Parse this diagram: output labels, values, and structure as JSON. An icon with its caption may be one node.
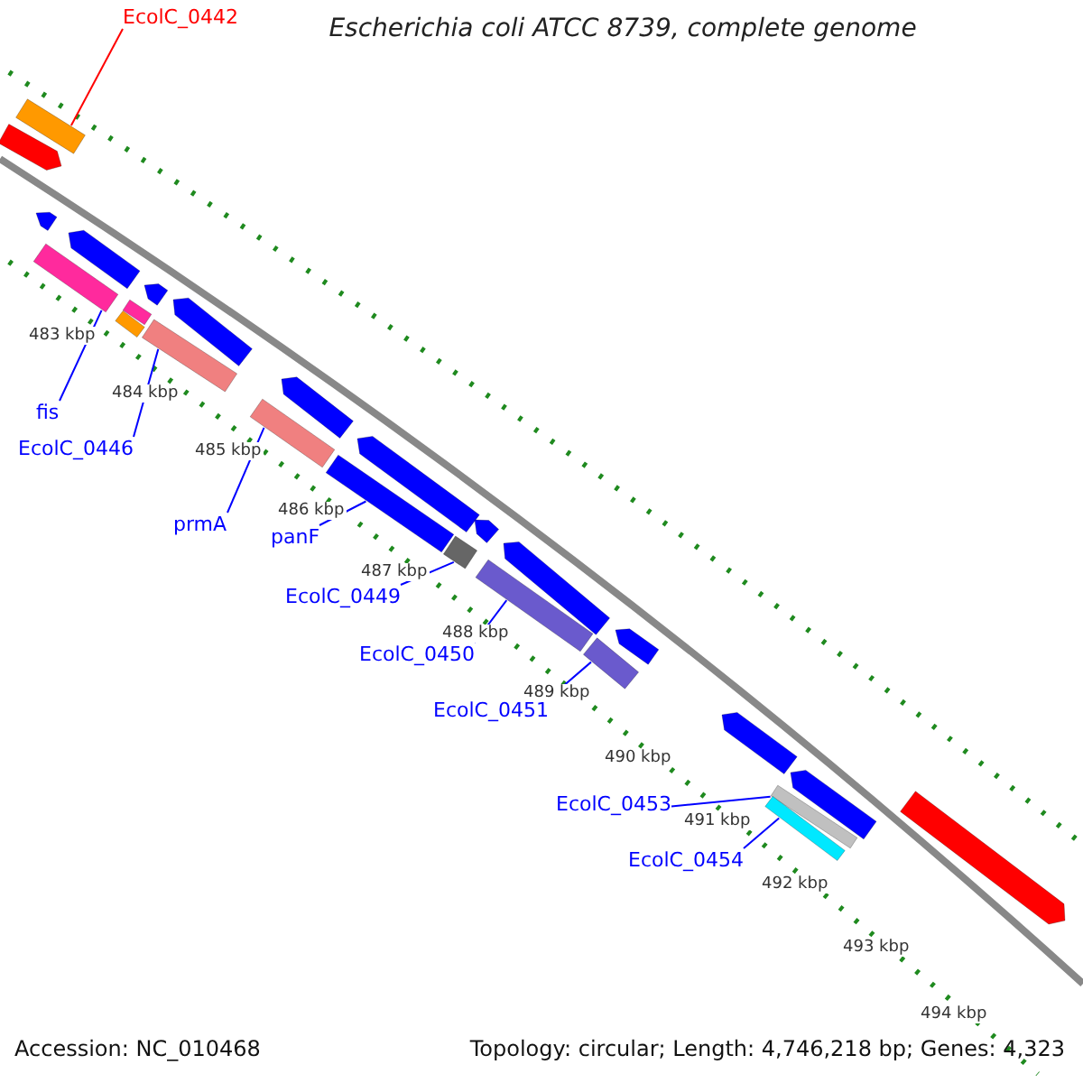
{
  "diagram": {
    "title": "Escherichia coli ATCC 8739, complete genome",
    "nodes": [
      {
        "text": [
          "EcolC_0442"
        ]
      },
      {
        "text": [
          "fis"
        ]
      },
      {
        "text": [
          "EcolC_0446"
        ]
      },
      {
        "text": [
          "prmA"
        ]
      },
      {
        "text": [
          "panF"
        ]
      },
      {
        "text": [
          "EcolC_0449"
        ]
      },
      {
        "text": [
          "EcolC_0450"
        ]
      },
      {
        "text": [
          "EcolC_0451"
        ]
      },
      {
        "text": [
          "EcolC_0453"
        ]
      },
      {
        "text": [
          "EcolC_0454"
        ]
      },
      {
        "text": [],
        "shape": "bar"
      },
      {
        "text": [],
        "shape": "bar"
      },
      {
        "text": [],
        "shape": "bar"
      },
      {
        "text": [],
        "shape": "bar"
      },
      {
        "text": [],
        "shape": "bar"
      },
      {
        "text": [],
        "shape": "bar"
      },
      {
        "text": [],
        "shape": "bar"
      },
      {
        "text": [],
        "shape": "bar"
      },
      {
        "text": [],
        "shape": "bar"
      },
      {
        "text": [],
        "shape": "bar"
      },
      {
        "text": [],
        "shape": "bar"
      },
      {
        "text": [],
        "shape": "bar"
      },
      {
        "text": [],
        "shape": "bar"
      },
      {
        "text": [],
        "shape": "bar"
      },
      {
        "text": [],
        "shape": "bar"
      },
      {
        "text": [],
        "shape": "bar"
      },
      {
        "text": [],
        "shape": "bar"
      },
      {
        "text": [],
        "shape": "bar"
      },
      {
        "text": [],
        "shape": "bar"
      },
      {
        "text": [],
        "shape": "bar"
      },
      {
        "text": [],
        "shape": "bar"
      },
      {
        "text": [],
        "shape": "bar"
      },
      {
        "text": [],
        "shape": "bar"
      },
      {
        "text": [],
        "shape": "bar"
      },
      {
        "text": [],
        "shape": "bar"
      }
    ],
    "edges": [
      {
        "from": 0,
        "to": 10,
        "arrow": "none",
        "color": "#ff0000"
      },
      {
        "from": 1,
        "to": 14,
        "arrow": "none"
      },
      {
        "from": 2,
        "to": 19,
        "arrow": "none"
      },
      {
        "from": 3,
        "to": 21,
        "arrow": "none"
      },
      {
        "from": 4,
        "to": 23,
        "arrow": "none"
      },
      {
        "from": 5,
        "to": 24,
        "arrow": "none"
      },
      {
        "from": 6,
        "to": 28,
        "arrow": "none"
      },
      {
        "from": 7,
        "to": 29,
        "arrow": "none"
      },
      {
        "from": 8,
        "to": 32,
        "arrow": "none"
      },
      {
        "from": 9,
        "to": 33,
        "arrow": "none"
      }
    ],
    "labels": [
      "483 kbp",
      "484 kbp",
      "485 kbp",
      "486 kbp",
      "487 kbp",
      "488 kbp",
      "489 kbp",
      "490 kbp",
      "491 kbp",
      "492 kbp",
      "493 kbp",
      "494 kbp",
      "Accession: NC_010468",
      "Topology: circular; Length: 4,746,218 bp; Genes: 4,323"
    ]
  }
}
